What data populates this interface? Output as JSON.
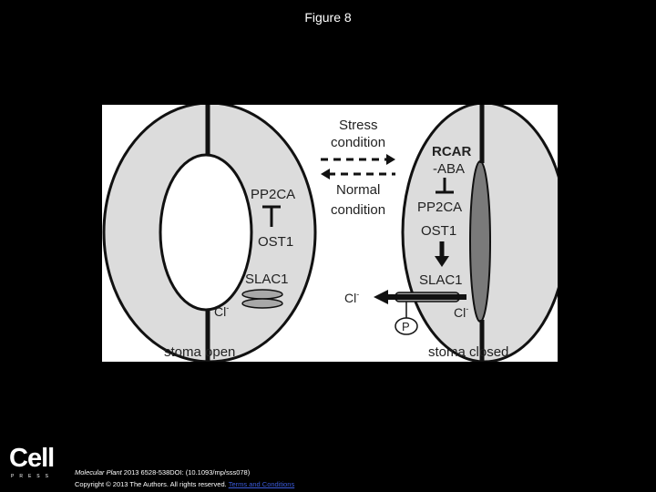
{
  "slide": {
    "title": "Figure 8"
  },
  "diagram": {
    "left_cell": {
      "pp2ca": "PP2CA",
      "ost1": "OST1",
      "slac1": "SLAC1",
      "cl": "Cl",
      "cl_sup": "-",
      "caption": "stoma open"
    },
    "right_cell": {
      "rcar": "RCAR",
      "aba": "-ABA",
      "pp2ca": "PP2CA",
      "ost1": "OST1",
      "slac1": "SLAC1",
      "cl_out": "Cl",
      "cl_out_sup": "-",
      "cl_in": "Cl",
      "cl_in_sup": "-",
      "phosphate": "P",
      "caption": "stoma closed"
    },
    "conditions": {
      "stress_line1": "Stress",
      "stress_line2": "condition",
      "normal_line1": "Normal",
      "normal_line2": "condition"
    },
    "colors": {
      "cell_fill": "#dcdcdc",
      "pore_fill": "#ffffff",
      "wall": "#111111",
      "closed_pore": "#7a7a7a",
      "channel": "#a8a8a8"
    }
  },
  "footer": {
    "logo_word": "Cell",
    "logo_sub": "PRESS",
    "journal": "Molecular Plant",
    "citation_rest": " 2013 6528-538DOI: (10.1093/mp/sss078)",
    "copyright": "Copyright © 2013 The Authors. All rights reserved.",
    "terms_link": "Terms and Conditions"
  }
}
